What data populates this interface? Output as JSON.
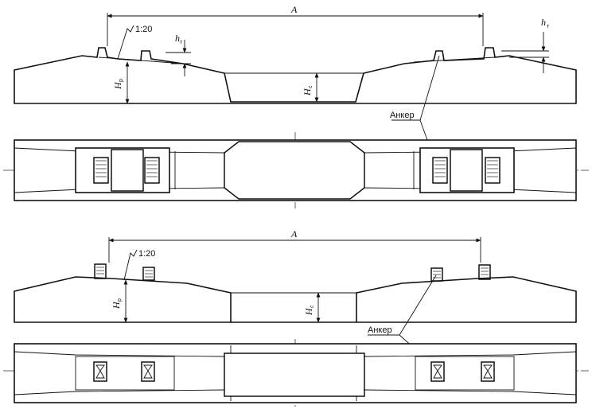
{
  "labels": {
    "dimension_a": "A",
    "inclination": "1:20",
    "h_letter": "h",
    "h_sub": "т",
    "hp_letter": "H",
    "hp_sub": "р",
    "hc_letter": "H",
    "hc_sub": "с",
    "anchor": "Анкер"
  }
}
